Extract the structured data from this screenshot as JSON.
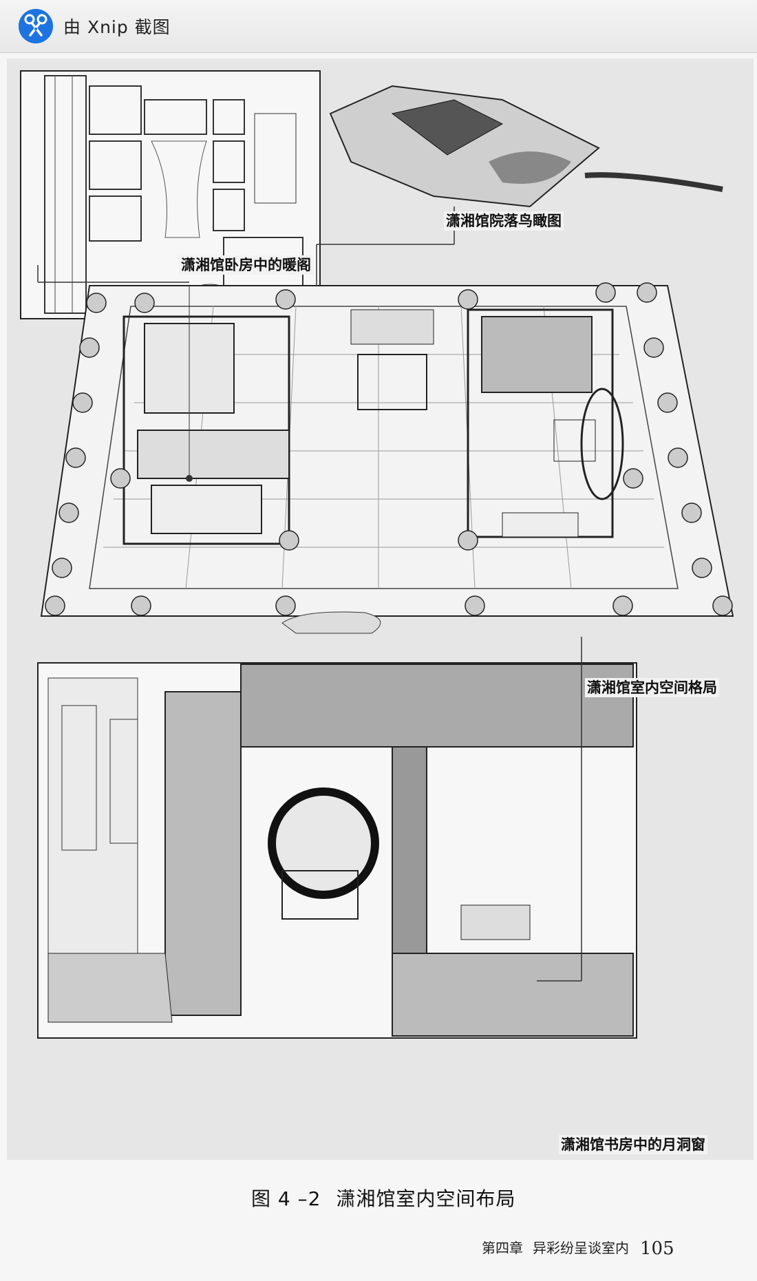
{
  "window": {
    "title": "由 Xnip 截图",
    "app_icon": "xnip-scissors-icon",
    "accent": "#1d74e0"
  },
  "figure": {
    "labels": {
      "bedroom_alcove": "潇湘馆卧房中的暖阁",
      "courtyard_aerial": "潇湘馆院落鸟瞰图",
      "interior_layout": "潇湘馆室内空间格局",
      "study_moon_window": "潇湘馆书房中的月洞窗"
    },
    "caption_number": "图 4 –2",
    "caption_title": "潇湘馆室内空间布局"
  },
  "footer": {
    "chapter": "第四章",
    "section": "异彩纷呈谈室内",
    "page_number": "105"
  }
}
